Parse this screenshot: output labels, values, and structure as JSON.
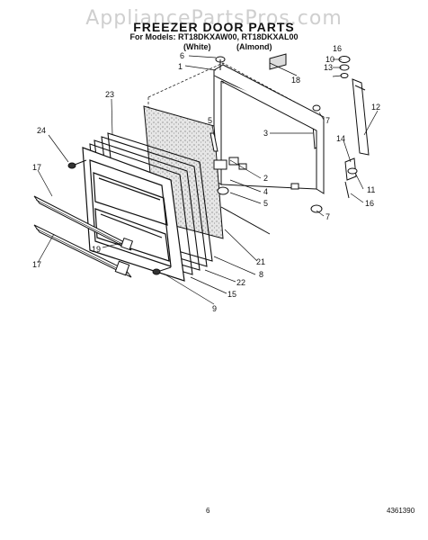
{
  "watermark": "AppliancePartsPros.com",
  "header": {
    "title": "FREEZER DOOR PARTS",
    "models": "For Models: RT18DKXAW00, RT18DKXAL00",
    "variant_white": "(White)",
    "variant_almond": "(Almond)"
  },
  "callouts": [
    "1",
    "2",
    "3",
    "4",
    "5",
    "5",
    "6",
    "7",
    "7",
    "8",
    "9",
    "10",
    "11",
    "12",
    "13",
    "14",
    "15",
    "16",
    "16",
    "17",
    "17",
    "18",
    "19",
    "21",
    "22",
    "23",
    "24"
  ],
  "footer": {
    "page": "6",
    "code": "4361390"
  }
}
